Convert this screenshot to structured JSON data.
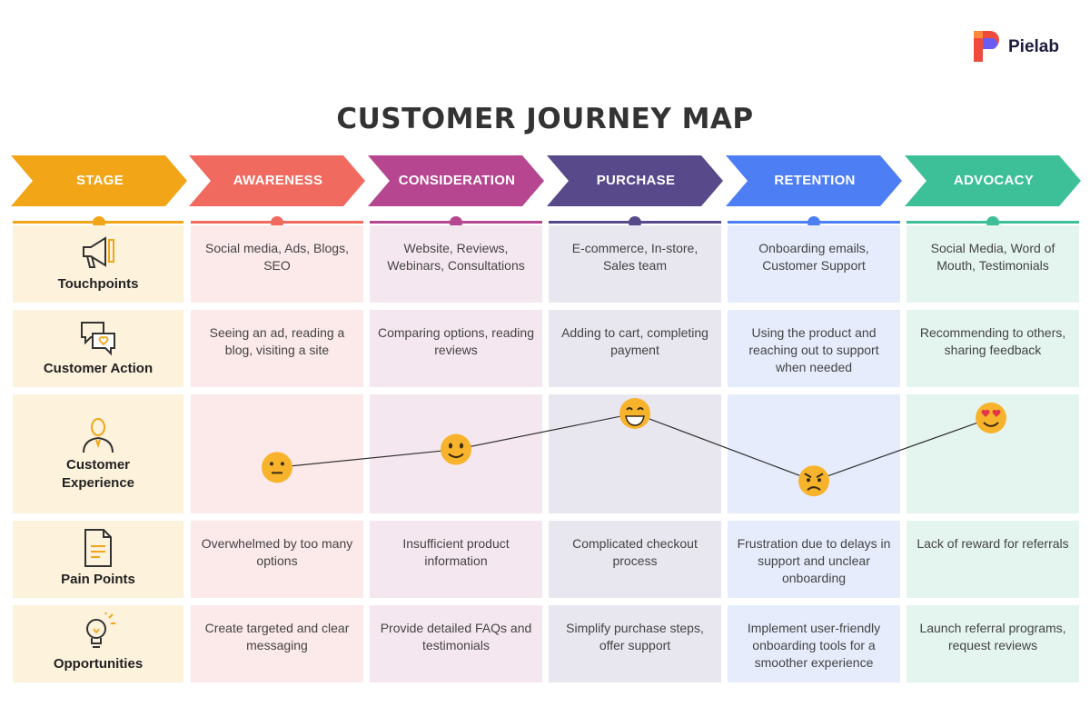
{
  "logo": {
    "text": "Pielab"
  },
  "title": "CUSTOMER JOURNEY MAP",
  "stage_header": "STAGE",
  "stages": [
    {
      "name": "AWARENESS",
      "color": "#f06a5f",
      "tint": "#fce9ea"
    },
    {
      "name": "CONSIDERATION",
      "color": "#b5468f",
      "tint": "#f5e7ef"
    },
    {
      "name": "PURCHASE",
      "color": "#584a8a",
      "tint": "#e8e6ef"
    },
    {
      "name": "RETENTION",
      "color": "#4d7ef4",
      "tint": "#e6ecfc"
    },
    {
      "name": "ADVOCACY",
      "color": "#3dbf98",
      "tint": "#e4f4ee"
    }
  ],
  "stage_header_color": "#f2a516",
  "rows": [
    {
      "label": "Touchpoints",
      "icon": "megaphone-icon",
      "cells": [
        "Social media, Ads, Blogs, SEO",
        "Website, Reviews, Webinars, Consultations",
        "E-commerce, In-store, Sales team",
        "Onboarding emails, Customer Support",
        "Social Media, Word of Mouth, Testimonials"
      ]
    },
    {
      "label": "Customer Action",
      "icon": "chat-bubbles-icon",
      "cells": [
        "Seeing an ad, reading a blog, visiting a site",
        "Comparing options, reading reviews",
        "Adding to cart, completing payment",
        "Using the product and reaching out to support when needed",
        "Recommending to others, sharing feedback"
      ]
    },
    {
      "label": "Customer Experience",
      "icon": "person-icon",
      "cells": [
        "",
        "",
        "",
        "",
        ""
      ]
    },
    {
      "label": "Pain Points",
      "icon": "document-icon",
      "cells": [
        "Overwhelmed by too many options",
        "Insufficient product information",
        "Complicated checkout process",
        "Frustration due to delays in support and unclear onboarding",
        "Lack of reward for referrals"
      ]
    },
    {
      "label": "Opportunities",
      "icon": "lightbulb-icon",
      "cells": [
        "Create targeted and clear messaging",
        "Provide detailed FAQs and testimonials",
        "Simplify purchase steps, offer support",
        "Implement user-friendly onboarding tools for a smoother experience",
        "Launch referral programs, request reviews"
      ]
    }
  ],
  "experience": {
    "moods": [
      "neutral-face-icon",
      "smiling-face-icon",
      "grinning-face-icon",
      "angry-face-icon",
      "heart-eyes-face-icon"
    ],
    "levels": [
      0.35,
      0.55,
      0.95,
      0.2,
      0.9
    ]
  }
}
